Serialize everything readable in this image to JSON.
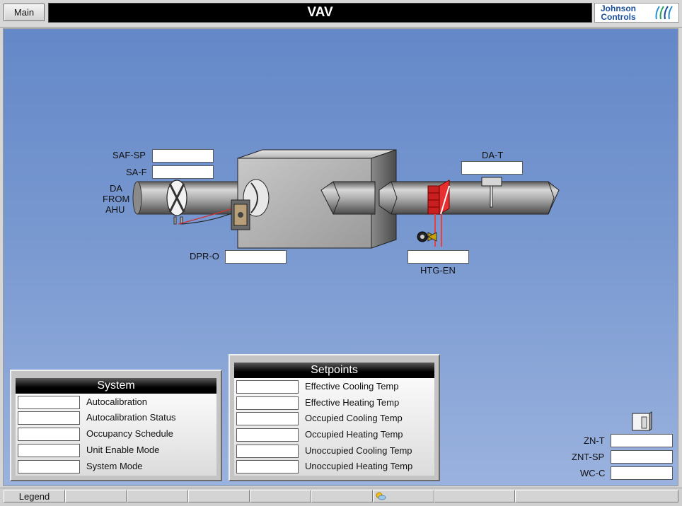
{
  "header": {
    "main_button": "Main",
    "title": "VAV",
    "logo_line1": "Johnson",
    "logo_line2": "Controls"
  },
  "diagram": {
    "saf_sp_label": "SAF-SP",
    "sa_f_label": "SA-F",
    "da_from_ahu_line1": "DA",
    "da_from_ahu_line2": "FROM",
    "da_from_ahu_line3": "AHU",
    "dpr_o_label": "DPR-O",
    "da_t_label": "DA-T",
    "htg_en_label": "HTG-EN"
  },
  "system_panel": {
    "title": "System",
    "rows": [
      {
        "label": "Autocalibration",
        "value": ""
      },
      {
        "label": "Autocalibration Status",
        "value": ""
      },
      {
        "label": "Occupancy Schedule",
        "value": ""
      },
      {
        "label": "Unit Enable Mode",
        "value": ""
      },
      {
        "label": "System Mode",
        "value": ""
      }
    ]
  },
  "setpoints_panel": {
    "title": "Setpoints",
    "rows": [
      {
        "label": "Effective Cooling Temp",
        "value": ""
      },
      {
        "label": "Effective Heating Temp",
        "value": ""
      },
      {
        "label": "Occupied Cooling Temp",
        "value": ""
      },
      {
        "label": "Occupied Heating Temp",
        "value": ""
      },
      {
        "label": "Unoccupied Cooling Temp",
        "value": ""
      },
      {
        "label": "Unoccupied Heating Temp",
        "value": ""
      }
    ]
  },
  "zone": {
    "zn_t_label": "ZN-T",
    "znt_sp_label": "ZNT-SP",
    "wc_c_label": "WC-C"
  },
  "statusbar": {
    "legend_label": "Legend"
  },
  "icons": {
    "logo": "johnson-controls-logo-icon",
    "thermostat": "thermostat-icon",
    "weather": "weather-icon"
  }
}
